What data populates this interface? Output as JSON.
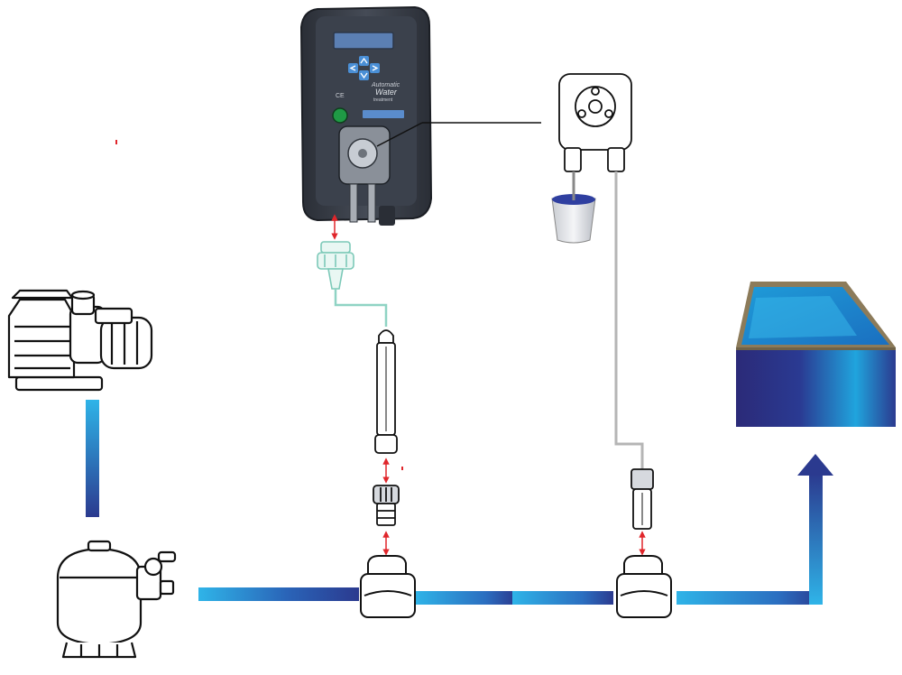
{
  "controller": {
    "brand_line1": "Automatic",
    "brand_line2": "Water",
    "brand_line3": "treatment",
    "ce_mark": "CE",
    "display_text": "",
    "icons": [
      "up-arrow-icon",
      "left-arrow-icon",
      "right-arrow-icon",
      "down-arrow-icon"
    ]
  },
  "colors": {
    "pipe_light": "#29a9e0",
    "pipe_dark": "#2b3a8f",
    "probe_cable": "#8fd3c4",
    "dosing_line": "#b5b5b5",
    "link_arrow": "#e0262b",
    "controller_body": "#3a3f48",
    "pool_water": "#1a9bd7",
    "pool_wall_dark": "#2a2a7a",
    "pool_rim": "#8c7b5a"
  }
}
